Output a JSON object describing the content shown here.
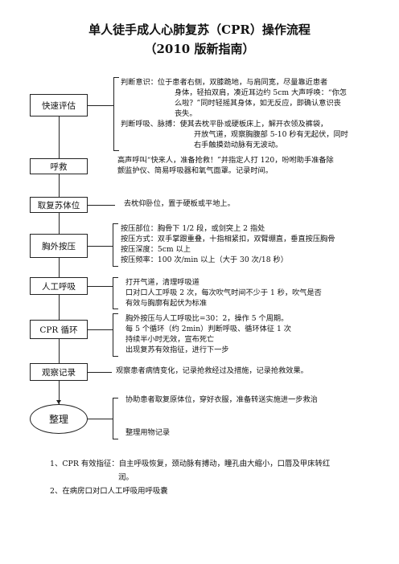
{
  "title": {
    "line1": "单人徒手成人心肺复苏（CPR）操作流程",
    "line2": "（2010 版新指南）"
  },
  "steps": [
    {
      "label": "快速评估",
      "details": [
        "判断意识：位于患者右侧，双膝跪地，与肩同宽，尽量靠近患者",
        "身体，轻拍双肩，凑近耳边约 5cm 大声呼唤：“你怎",
        "么啦？”同时轻摇其身体，如无反应，即确认意识丧",
        "丧失。",
        "判断呼吸、脉搏：使其去枕平卧或硬板床上，解开衣领及裤袋，",
        "开放气道，观察胸腹部 5-10 秒有无起伏，同时",
        "右手触摸劲动脉有无波动。"
      ]
    },
    {
      "label": "呼救",
      "details": [
        "高声呼叫“快来人，准备抢救！”并指定人打 120，吩咐助手准备除",
        "颤监护仪、简易呼吸器和氧气面罩。记录时间。"
      ]
    },
    {
      "label": "取复苏体位",
      "details": [
        "去枕仰卧位，置于硬板或平地上。"
      ]
    },
    {
      "label": "胸外按压",
      "details": [
        "按压部位：胸骨下 1/2 段，或剑突上 2 指处",
        "按压方式：双手掌跟重叠，十指相紧扣，双臂绷直，垂直按压胸骨",
        "按压深度：5cm 以上",
        "按压频率：100 次/min 以上（大于 30 次/18 秒）"
      ]
    },
    {
      "label": "人工呼吸",
      "details": [
        "打开气道，清理呼吸道",
        "口对口人工呼吸 2 次，每次吹气时间不少于 1 秒，吹气是否",
        "有效与胸廓有起伏为标准"
      ]
    },
    {
      "label": "CPR 循环",
      "details": [
        "胸外按压与人工呼吸比=30：2，操作 5 个周期。",
        "每 5 个循环（约 2min）判断呼吸、循环体征 1 次",
        "持续半小时无效，宣布死亡",
        "出现复苏有效指征，进行下一步"
      ]
    },
    {
      "label": "观察记录",
      "details": [
        "观察患者病情变化，记录抢救经过及措施，记录抢救效果。"
      ]
    },
    {
      "label": "整理",
      "details": [
        "协助患者取复原体位，穿好衣服，准备转送实施进一步救治",
        "整理用物记录"
      ]
    }
  ],
  "notes": [
    "1、CPR 有效指征：自主呼吸恢复，颈动脉有搏动，瞳孔由大缩小，口唇及甲床转红",
    "润。",
    "2、在病房口对口人工呼吸用呼吸囊"
  ]
}
